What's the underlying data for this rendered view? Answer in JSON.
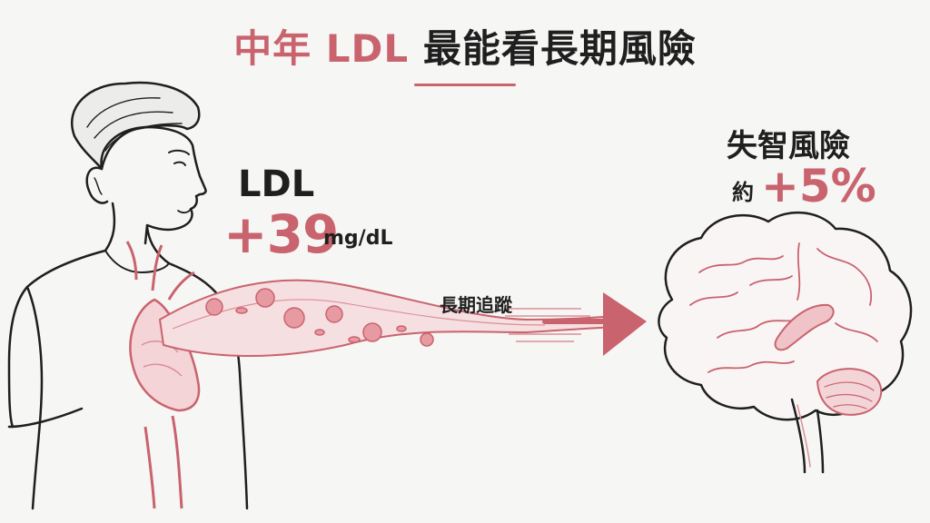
{
  "title": {
    "part1": "中年 LDL",
    "part2": "最能看長期風險"
  },
  "ldl": {
    "label": "LDL",
    "value": "+39",
    "unit": "mg/dL"
  },
  "arrow": {
    "label": "長期追蹤"
  },
  "risk": {
    "title": "失智風險",
    "prefix": "約",
    "value": "+5%"
  },
  "colors": {
    "accent": "#c9636e",
    "ink": "#1f1f1f",
    "background": "#f6f6f4"
  },
  "icons": [
    "person-illustration",
    "heart-icon",
    "blood-vessel",
    "arrow-right-icon",
    "brain-icon"
  ]
}
